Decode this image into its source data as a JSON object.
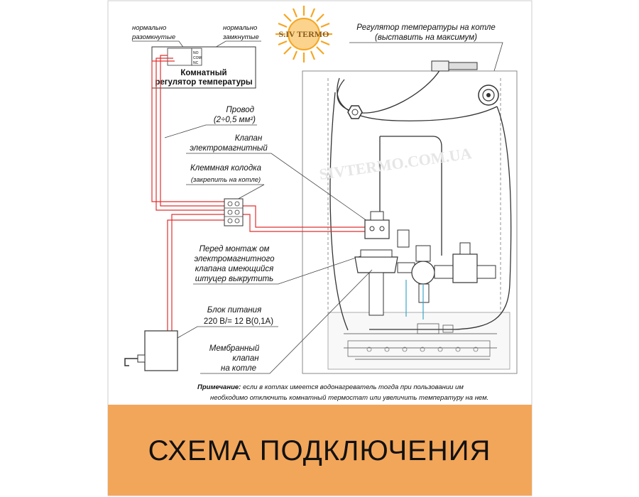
{
  "brand": {
    "logo_text": "S.IV TERMO",
    "watermark": "SIVTERMO.COM.UA"
  },
  "labels": {
    "normally_open": [
      "нормально",
      "разомкнутые"
    ],
    "normally_closed": [
      "нормально",
      "замкнутые"
    ],
    "thermostat_terminals": [
      "NO",
      "COM",
      "NC"
    ],
    "room_thermostat": [
      "Комнатный",
      "регулятор температуры"
    ],
    "boiler_regulator": [
      "Регулятор температуры на котле",
      "(выставить на максимум)"
    ],
    "wire": [
      "Провод",
      "(2÷0,5 мм²)"
    ],
    "solenoid_valve": [
      "Клапан",
      "электромагнитный"
    ],
    "terminal_block": [
      "Клеммная колодка",
      "(закрепить на котле)"
    ],
    "fitting_note": [
      "Перед монтаж ом",
      "электромагнитного",
      "клапана имеющийся",
      "штуцер выкрутить"
    ],
    "power_supply": [
      "Блок питания",
      "220 В/= 12 В(0,1А)"
    ],
    "membrane_valve": [
      "Мембранный",
      "клапан",
      "на котле"
    ]
  },
  "note": {
    "prefix": "Примечание:",
    "line1": " если в котлах имеется водонагреватель тогда при пользовании им",
    "line2": "необходимо отключить комнатный термостат или увеличить температуру на нем."
  },
  "banner": {
    "title": "СХЕМА ПОДКЛЮЧЕНИЯ",
    "color": "#f2a65a"
  },
  "colors": {
    "wire": "#e03030",
    "frame": "#cccccc",
    "logo": "#f5a623"
  }
}
